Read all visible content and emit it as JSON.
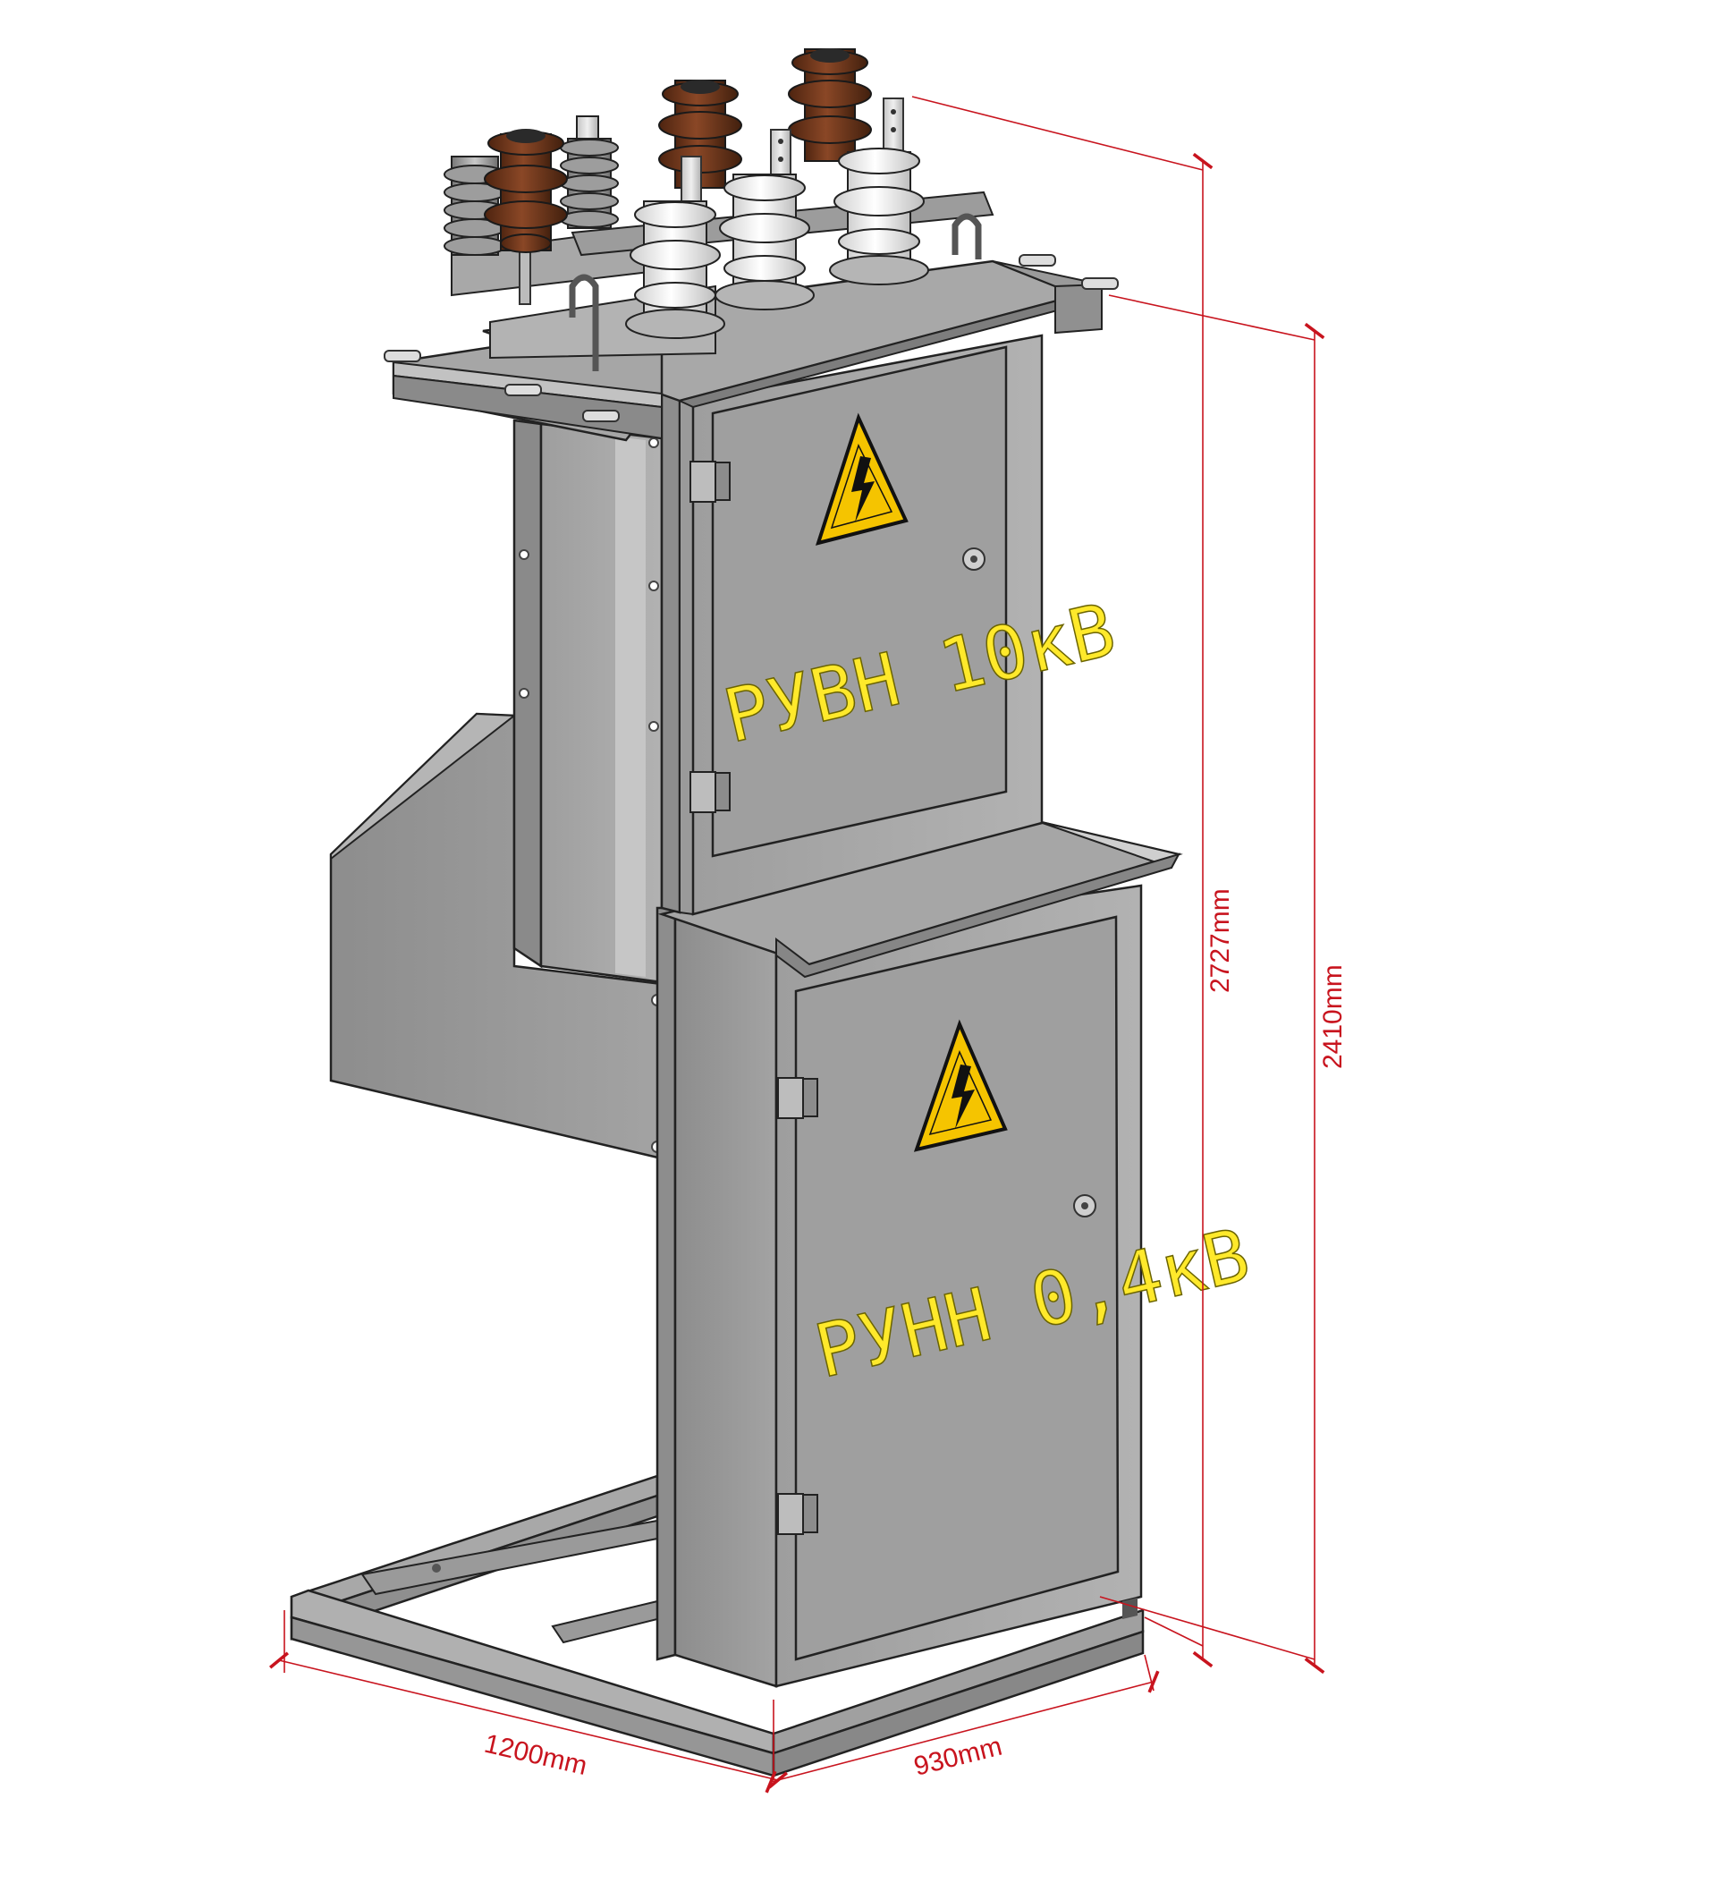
{
  "labels": {
    "upper_panel": "РУВН 10кВ",
    "lower_panel": "РУНН 0,4кВ"
  },
  "dimensions": {
    "width": "1200mm",
    "depth": "930mm",
    "height_total": "2727mm",
    "height_body": "2410mm"
  },
  "colors": {
    "body": "#a4a4a4",
    "door": "#9b9b9b",
    "warning_sign": "#f5c400",
    "label_text": "#ffe92b",
    "dimension_lines": "#c8141e",
    "porcelain_brown": "#6e3418",
    "porcelain_white": "#ececec"
  },
  "icons": [
    "high-voltage-warning-icon",
    "lock-icon",
    "hinge-icon",
    "insulator-icon"
  ]
}
